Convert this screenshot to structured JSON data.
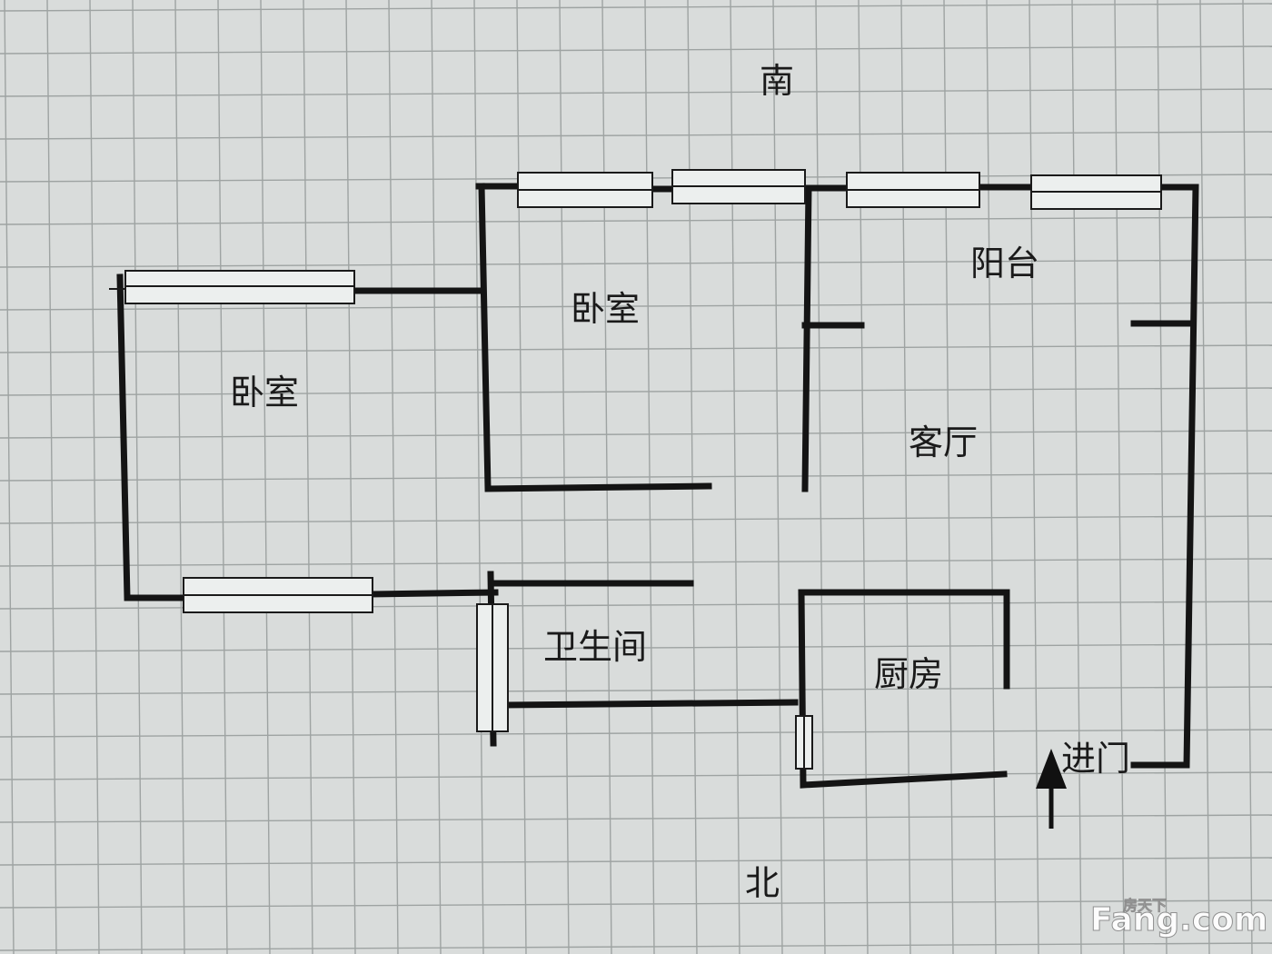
{
  "compass": {
    "south": "南",
    "north": "北"
  },
  "rooms": {
    "bedroom_left": "卧室",
    "bedroom_middle": "卧室",
    "balcony": "阳台",
    "living_room": "客厅",
    "bathroom": "卫生间",
    "kitchen": "厨房"
  },
  "entrance": {
    "label": "进门",
    "arrow_icon": "arrow-up-icon"
  },
  "watermark": {
    "top_text": "房天下",
    "brand": "Fang.com"
  },
  "colors": {
    "background": "#d9dcdb",
    "grid": "#9ea3a2",
    "wall": "#141414",
    "window": "#ecefee"
  }
}
